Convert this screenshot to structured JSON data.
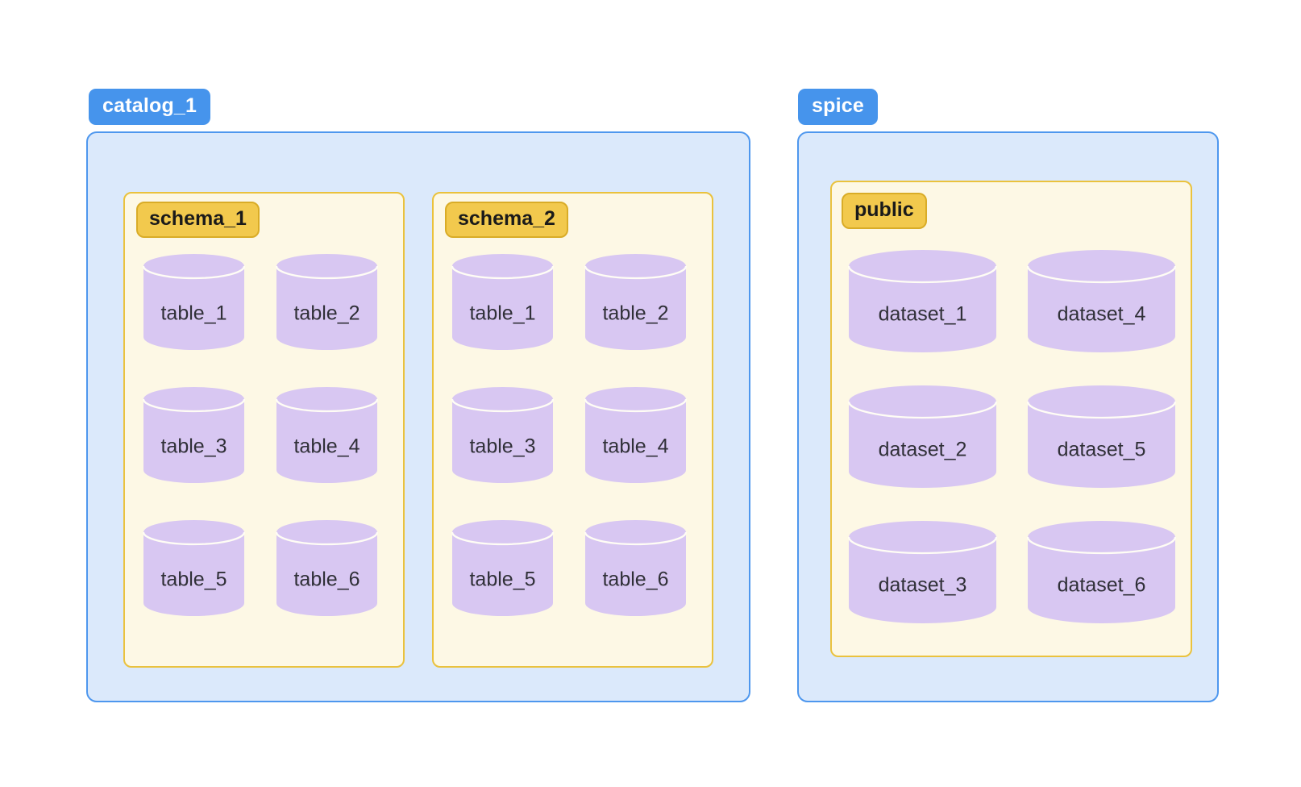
{
  "diagram": {
    "description": "database-catalog-schema-diagram",
    "groups": [
      {
        "badge": "catalog_1",
        "boxes": [
          {
            "badge": "schema_1",
            "items": [
              "table_1",
              "table_2",
              "table_3",
              "table_4",
              "table_5",
              "table_6"
            ]
          },
          {
            "badge": "schema_2",
            "items": [
              "table_1",
              "table_2",
              "table_3",
              "table_4",
              "table_5",
              "table_6"
            ]
          }
        ]
      },
      {
        "badge": "spice",
        "boxes": [
          {
            "badge": "public",
            "items": [
              "dataset_1",
              "dataset_2",
              "dataset_3",
              "dataset_4",
              "dataset_5",
              "dataset_6"
            ]
          }
        ]
      }
    ],
    "colors": {
      "group_badge_bg": "#4694ec",
      "group_badge_text": "#ffffff",
      "container_bg": "#dbe9fb",
      "container_border": "#4e97ee",
      "box_bg": "#fdf8e5",
      "box_border": "#eac23d",
      "schema_badge_bg": "#f2c94d",
      "schema_badge_border": "#d9ac27",
      "schema_badge_text": "#1a1a1a",
      "cylinder_fill": "#d8c7f2",
      "cylinder_lid_arc": "#fffdf5",
      "label_text": "#303038",
      "page_bg": "#ffffff"
    }
  }
}
